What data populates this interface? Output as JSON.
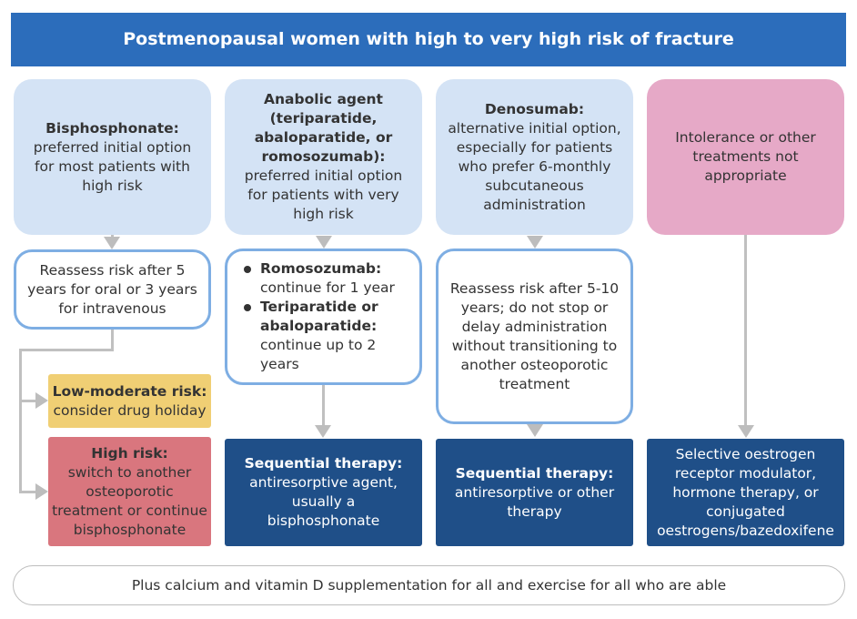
{
  "title": "Postmenopausal women with high to very high risk of fracture",
  "col1": {
    "top_bold": "Bisphosphonate:",
    "top_text": "preferred initial option for most patients with high risk",
    "reassess": "Reassess risk after 5 years for oral or 3 years for intravenous",
    "low_bold": "Low-moderate risk:",
    "low_text": "consider drug holiday",
    "high_bold": "High risk:",
    "high_text": "switch to another osteoporotic treatment or continue bisphosphonate"
  },
  "col2": {
    "top_bold": "Anabolic agent (teriparatide, abaloparatide, or romosozumab):",
    "top_text": "preferred initial option for patients with very high risk",
    "b1_bold": "Romosozumab:",
    "b1_text": "continue for 1 year",
    "b2_bold": "Teriparatide or abaloparatide:",
    "b2_text": "continue up to 2 years",
    "seq_bold": "Sequential therapy:",
    "seq_text": "antiresorptive agent, usually a bisphosphonate"
  },
  "col3": {
    "top_bold": "Denosumab:",
    "top_text": "alternative initial option, especially for patients who prefer 6-monthly subcutaneous administration",
    "reassess": "Reassess risk after 5-10 years; do not stop or delay administration without transitioning to another osteoporotic treatment",
    "seq_bold": "Sequential therapy:",
    "seq_text": "antiresorptive or other therapy"
  },
  "col4": {
    "top_text": "Intolerance or other treatments not appropriate",
    "bottom_text": "Selective oestrogen receptor modulator, hormone therapy, or conjugated oestrogens/bazedoxifene"
  },
  "footer": "Plus calcium and vitamin D supplementation for all and exercise for all who are able"
}
